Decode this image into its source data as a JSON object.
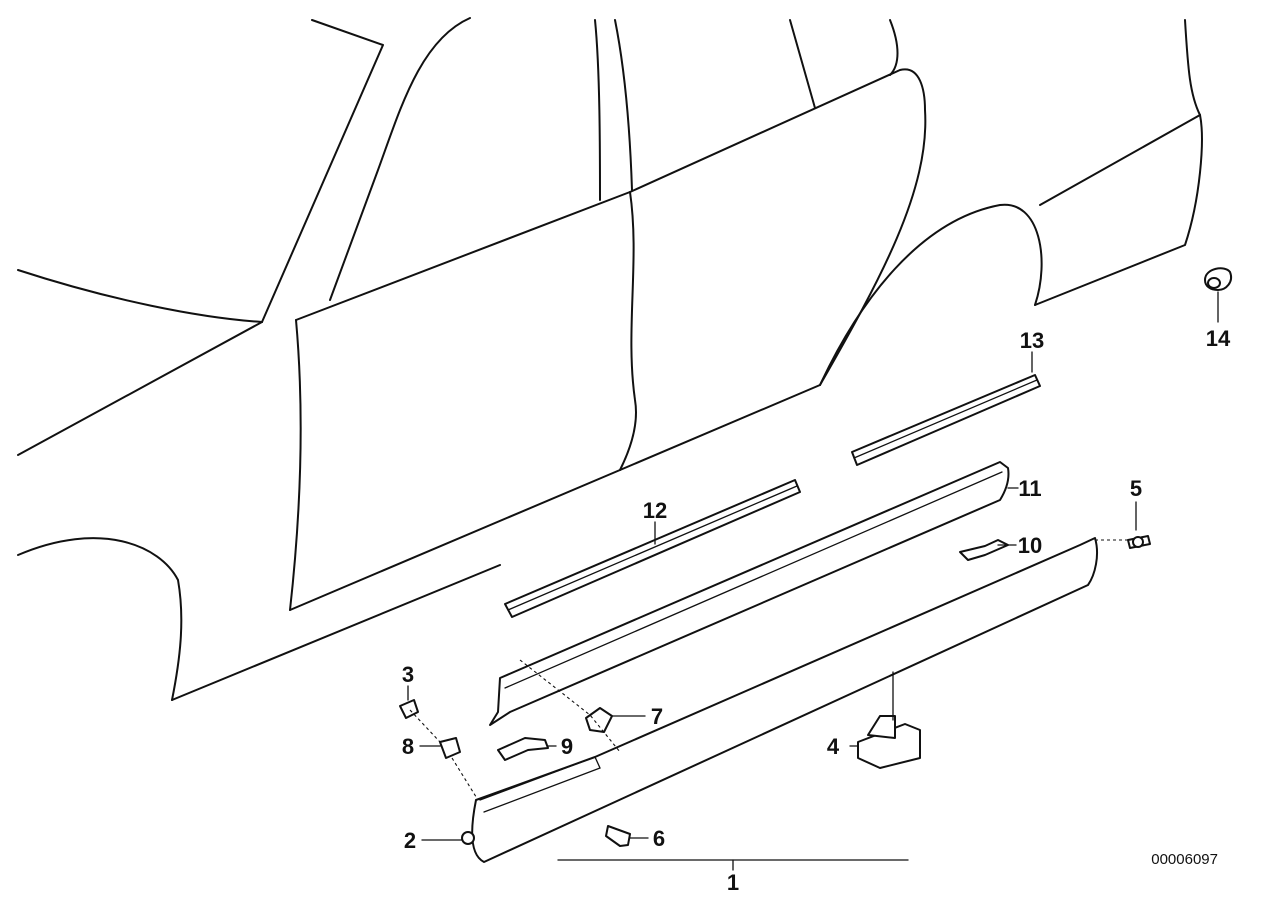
{
  "callouts": [
    {
      "id": "1",
      "text": "1"
    },
    {
      "id": "2",
      "text": "2"
    },
    {
      "id": "3",
      "text": "3"
    },
    {
      "id": "4",
      "text": "4"
    },
    {
      "id": "5",
      "text": "5"
    },
    {
      "id": "6",
      "text": "6"
    },
    {
      "id": "7",
      "text": "7"
    },
    {
      "id": "8",
      "text": "8"
    },
    {
      "id": "9",
      "text": "9"
    },
    {
      "id": "10",
      "text": "10"
    },
    {
      "id": "11",
      "text": "11"
    },
    {
      "id": "12",
      "text": "12"
    },
    {
      "id": "13",
      "text": "13"
    },
    {
      "id": "14",
      "text": "14"
    }
  ],
  "diagram_code": "00006097"
}
